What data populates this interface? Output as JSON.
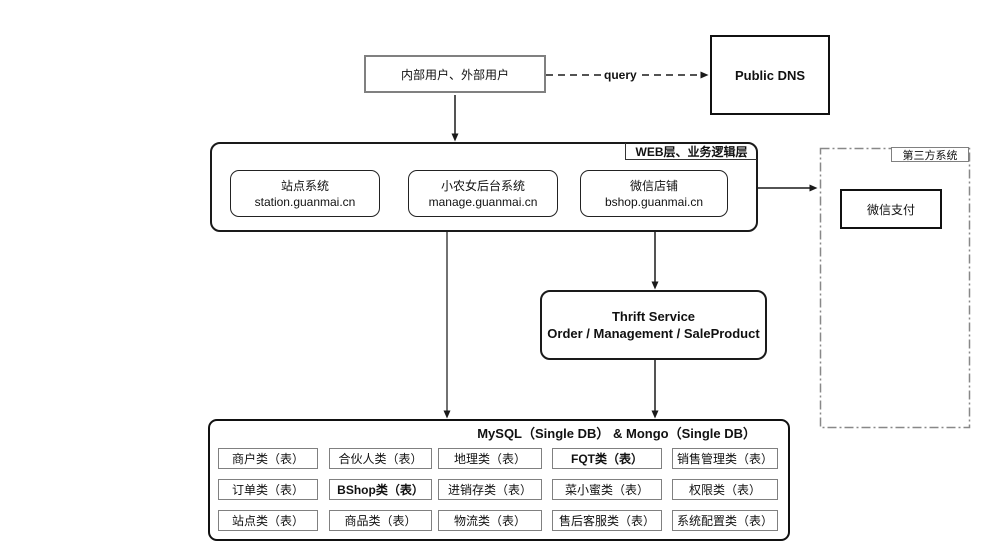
{
  "diagram": {
    "users_box": {
      "label": "内部用户、外部用户"
    },
    "dns_box": {
      "label": "Public DNS"
    },
    "query_connector": {
      "label": "query"
    },
    "web_layer": {
      "title": "WEB层、业务逻辑层",
      "nodes": [
        {
          "name": "站点系统",
          "domain": "station.guanmai.cn"
        },
        {
          "name": "小农女后台系统",
          "domain": "manage.guanmai.cn"
        },
        {
          "name": "微信店铺",
          "domain": "bshop.guanmai.cn"
        }
      ]
    },
    "third_party": {
      "title": "第三方系统",
      "node": {
        "label": "微信支付"
      }
    },
    "thrift_service": {
      "line1": "Thrift Service",
      "line2": "Order / Management / SaleProduct"
    },
    "database": {
      "title": "MySQL（Single DB） & Mongo（Single DB）",
      "tables": [
        {
          "label": "商户类（表）"
        },
        {
          "label": "合伙人类（表）"
        },
        {
          "label": "地理类（表）"
        },
        {
          "label": "FQT类（表）"
        },
        {
          "label": "销售管理类（表）"
        },
        {
          "label": "订单类（表）"
        },
        {
          "label": "BShop类（表）"
        },
        {
          "label": "进销存类（表）"
        },
        {
          "label": "菜小蜜类（表）"
        },
        {
          "label": "权限类（表）"
        },
        {
          "label": "站点类（表）"
        },
        {
          "label": "商品类（表）"
        },
        {
          "label": "物流类（表）"
        },
        {
          "label": "售后客服类（表）"
        },
        {
          "label": "系统配置类（表）"
        }
      ]
    },
    "colors": {
      "line": "#1a1a1a",
      "border_dark": "#1a1a1a",
      "border_gray": "#808080",
      "dashdot_gray": "#888888",
      "background": "#ffffff"
    }
  }
}
